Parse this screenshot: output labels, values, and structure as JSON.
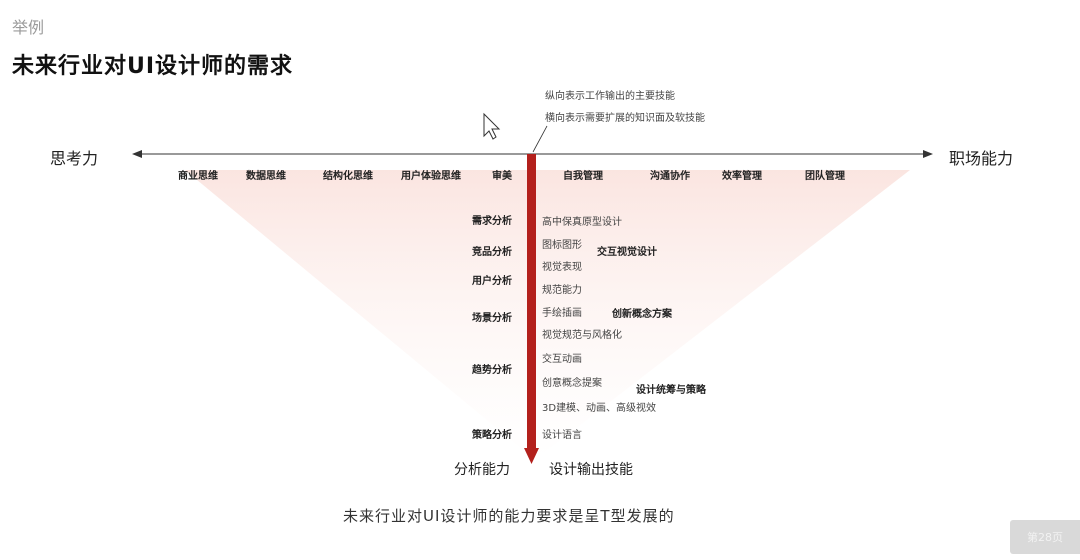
{
  "header": {
    "tag": "举例",
    "title": "未来行业对UI设计师的需求"
  },
  "diagram": {
    "notes": [
      "纵向表示工作输出的主要技能",
      "横向表示需要扩展的知识面及软技能"
    ],
    "axis_left": "思考力",
    "axis_right": "职场能力",
    "horizontal_items": [
      "商业思维",
      "数据思维",
      "结构化思维",
      "用户体验思维",
      "审美",
      "自我管理",
      "沟通协作",
      "效率管理",
      "团队管理"
    ],
    "left_items": [
      "需求分析",
      "竞品分析",
      "用户分析",
      "场景分析",
      "趋势分析",
      "策略分析"
    ],
    "right_items": [
      "高中保真原型设计",
      "图标图形",
      "视觉表现",
      "规范能力",
      "手绘插画",
      "视觉规范与风格化",
      "交互动画",
      "创意概念提案",
      "3D建模、动画、高级视效",
      "设计语言"
    ],
    "right_groups": [
      "交互视觉设计",
      "创新概念方案",
      "设计统筹与策略"
    ],
    "bottom_left": "分析能力",
    "bottom_right": "设计输出技能",
    "caption": "未来行业对UI设计师的能力要求是呈T型发展的",
    "colors": {
      "stem": "#b3201c",
      "fan": "#f9dcd6",
      "axis": "#333333"
    }
  },
  "footer": {
    "page": "第28页"
  }
}
